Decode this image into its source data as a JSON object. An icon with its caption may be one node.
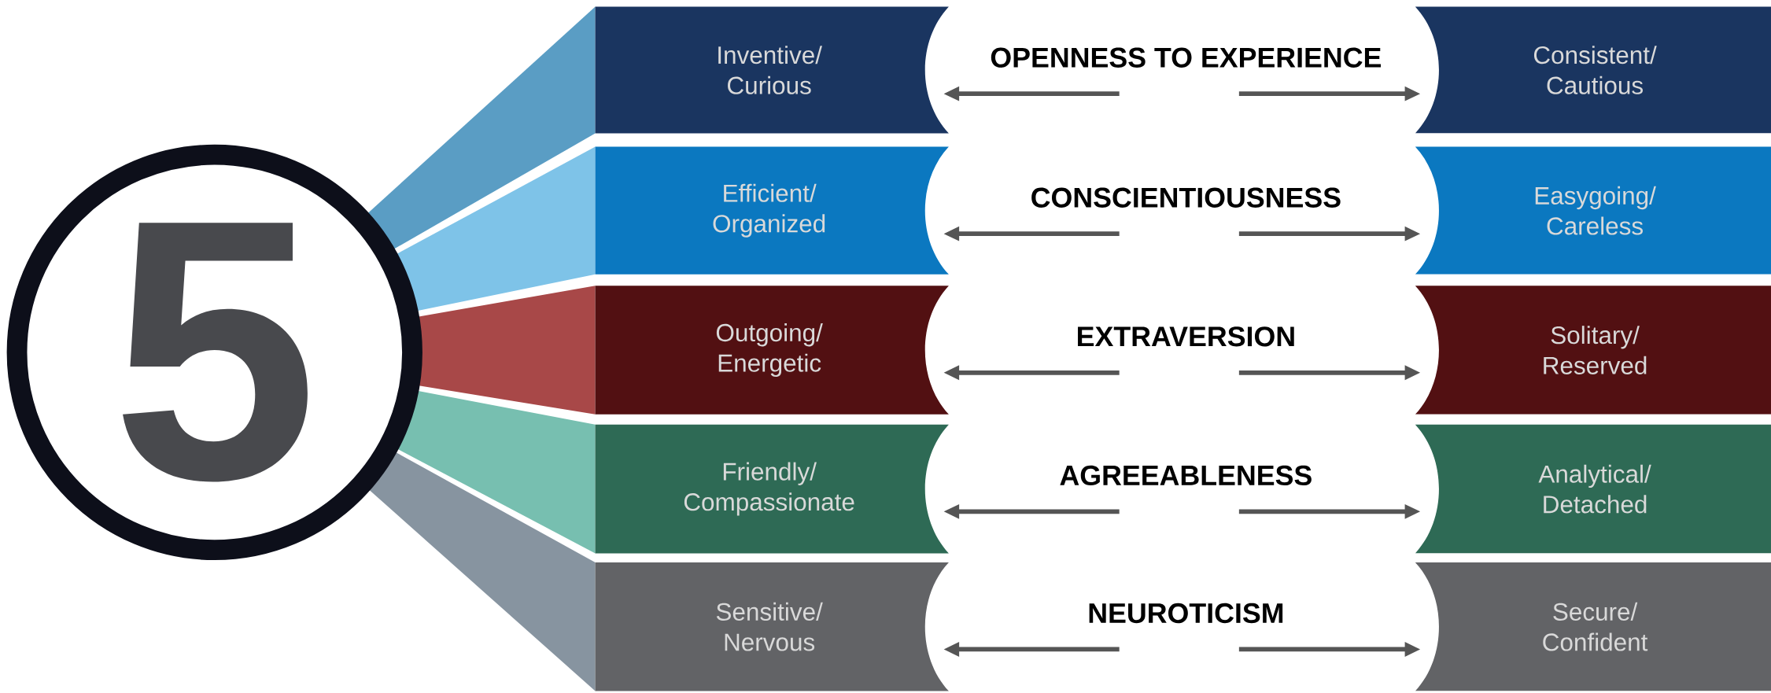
{
  "diagram": {
    "nodes": [
      {
        "text": [
          "5"
        ]
      },
      {
        "text": [
          "Inventive/ Curious"
        ]
      },
      {
        "text": [
          "OPENNESS TO EXPERIENCE"
        ]
      },
      {
        "text": [
          "Consistent/ Cautious"
        ]
      },
      {
        "text": [
          "Efficient/ Organized"
        ]
      },
      {
        "text": [
          "CONSCIENTIOUSNESS"
        ]
      },
      {
        "text": [
          "Easygoing/ Careless"
        ]
      },
      {
        "text": [
          "Outgoing/ Energetic"
        ]
      },
      {
        "text": [
          "EXTRAVERSION"
        ]
      },
      {
        "text": [
          "Solitary/ Reserved"
        ]
      },
      {
        "text": [
          "Friendly/ Compassionate"
        ]
      },
      {
        "text": [
          "AGREEABLENESS"
        ]
      },
      {
        "text": [
          "Analytical/ Detached"
        ]
      },
      {
        "text": [
          "Sensitive/ Nervous"
        ]
      },
      {
        "text": [
          "NEUROTICISM"
        ]
      },
      {
        "text": [
          "Secure/ Confident"
        ]
      }
    ],
    "edges": [
      {
        "from": 2,
        "to": 1,
        "arrow": "to"
      },
      {
        "from": 2,
        "to": 3,
        "arrow": "to"
      },
      {
        "from": 5,
        "to": 4,
        "arrow": "to"
      },
      {
        "from": 5,
        "to": 6,
        "arrow": "to"
      },
      {
        "from": 8,
        "to": 7,
        "arrow": "to"
      },
      {
        "from": 8,
        "to": 9,
        "arrow": "to"
      },
      {
        "from": 11,
        "to": 10,
        "arrow": "to"
      },
      {
        "from": 11,
        "to": 12,
        "arrow": "to"
      },
      {
        "from": 14,
        "to": 13,
        "arrow": "to"
      },
      {
        "from": 14,
        "to": 15,
        "arrow": "to"
      }
    ]
  }
}
